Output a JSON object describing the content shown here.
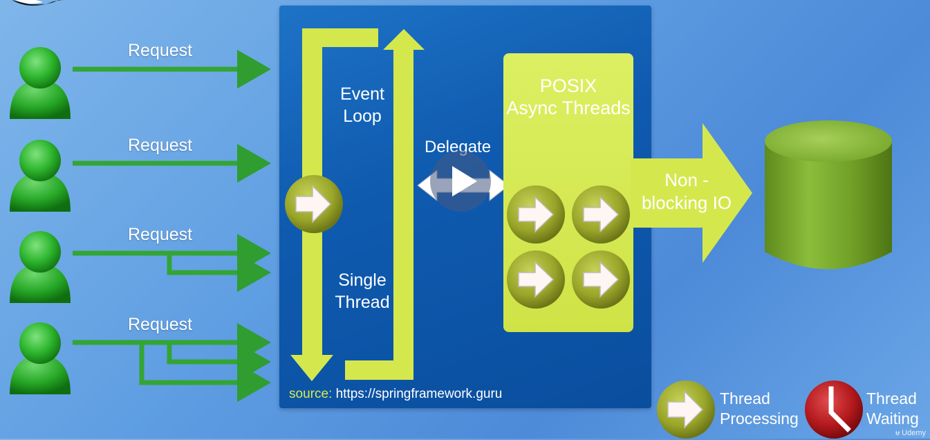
{
  "requests": [
    {
      "label": "Request"
    },
    {
      "label": "Request"
    },
    {
      "label": "Request"
    },
    {
      "label": "Request"
    }
  ],
  "event_loop": {
    "line1": "Event",
    "line2": "Loop"
  },
  "single_thread": {
    "line1": "Single",
    "line2": "Thread"
  },
  "delegate": {
    "label": "Delegate"
  },
  "posix": {
    "line1": "POSIX",
    "line2": "Async Threads"
  },
  "non_blocking": {
    "line1": "Non -",
    "line2": "blocking IO"
  },
  "source": {
    "label": "source:",
    "url": "https://springframework.guru"
  },
  "legend": {
    "processing": {
      "line1": "Thread",
      "line2": "Processing"
    },
    "waiting": {
      "line1": "Thread",
      "line2": "Waiting"
    }
  },
  "watermark": "Udemy",
  "colors": {
    "request_arrow": "#33a535",
    "user": "#2eb82e",
    "panel": "#0f5bb0",
    "lime": "#d4e84e",
    "thread_circle": "#9aa62a",
    "waiting_clock": "#b3191d"
  }
}
